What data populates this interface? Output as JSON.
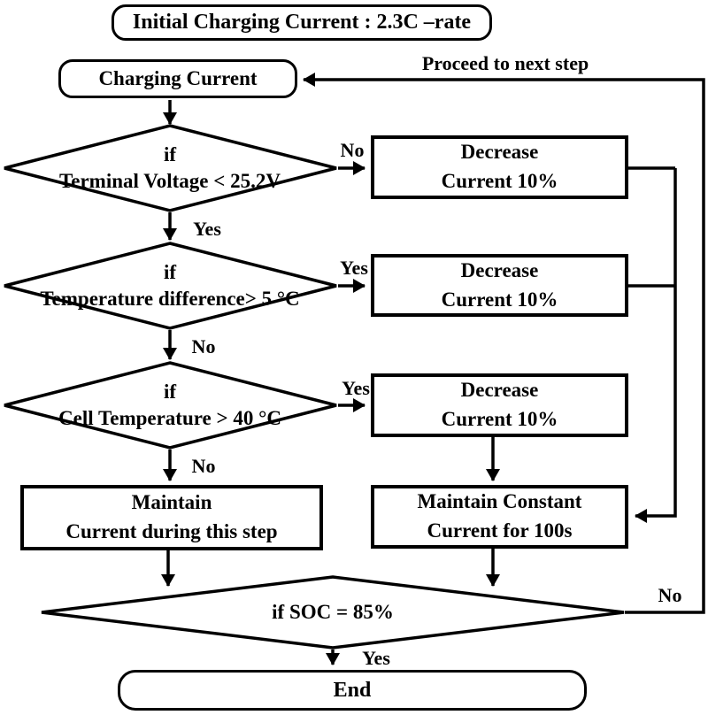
{
  "title": {
    "label": "Initial Charging Current : 2.3C –rate"
  },
  "nodes": {
    "charging_current": {
      "label": "Charging Current"
    },
    "decision_terminal_voltage": {
      "prefix": "if",
      "condition": "Terminal Voltage < 25.2V"
    },
    "decrease_box_1": {
      "line1": "Decrease",
      "line2": "Current 10%"
    },
    "decision_temperature_difference": {
      "prefix": "if",
      "condition": "Temperature difference> 5 °C"
    },
    "decrease_box_2": {
      "line1": "Decrease",
      "line2": "Current 10%"
    },
    "decision_cell_temperature": {
      "prefix": "if",
      "condition": "Cell Temperature > 40 °C"
    },
    "decrease_box_3": {
      "line1": "Decrease",
      "line2": "Current 10%"
    },
    "maintain_current": {
      "line1": "Maintain",
      "line2": "Current during this step"
    },
    "maintain_constant": {
      "line1": "Maintain Constant",
      "line2": "Current for 100s"
    },
    "decision_soc": {
      "condition": "if SOC = 85%"
    },
    "end": {
      "label": "End"
    }
  },
  "edge_labels": {
    "proceed_to_next_step": "Proceed to next step",
    "terminal_voltage_no": "No",
    "terminal_voltage_yes": "Yes",
    "temperature_difference_yes": "Yes",
    "temperature_difference_no": "No",
    "cell_temperature_yes": "Yes",
    "cell_temperature_no": "No",
    "soc_no": "No",
    "soc_yes": "Yes"
  },
  "colors": {
    "stroke": "#000000",
    "background": "#ffffff"
  }
}
